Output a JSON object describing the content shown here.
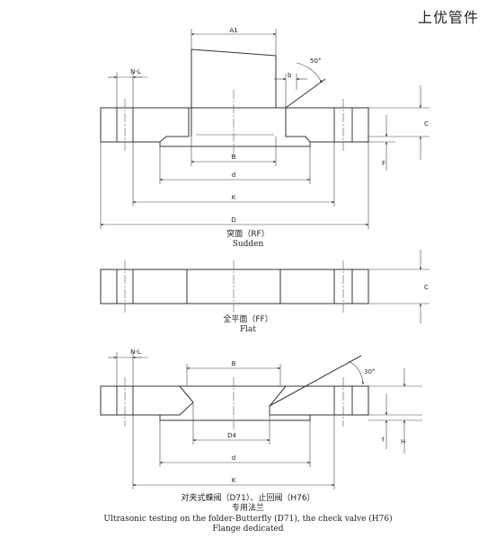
{
  "brand": "上优管件",
  "views": {
    "rf": {
      "caption_zh": "突面（RF）",
      "caption_en": "Sudden",
      "dims": {
        "a1": "A1",
        "nl": "N-L",
        "angle": "50°",
        "b_small": "b",
        "c": "C",
        "f": "F",
        "b": "B",
        "d": "d",
        "k": "K",
        "D": "D"
      }
    },
    "ff": {
      "caption_zh": "全平面（FF）",
      "caption_en": "Flat",
      "dims": {
        "c": "C"
      }
    },
    "wafer": {
      "caption_zh": "对夹式蝶阀（D71）、止回阀（H76）",
      "caption_zh2": "专用法兰",
      "caption_en": "Ultrasonic testing on the folder-Butterfly (D71), the check valve (H76)",
      "caption_en2": "Flange dedicated",
      "dims": {
        "nl": "N-L",
        "b": "B",
        "angle": "30°",
        "d4": "D4",
        "d": "d",
        "k": "K",
        "f": "f",
        "h": "H"
      }
    }
  }
}
